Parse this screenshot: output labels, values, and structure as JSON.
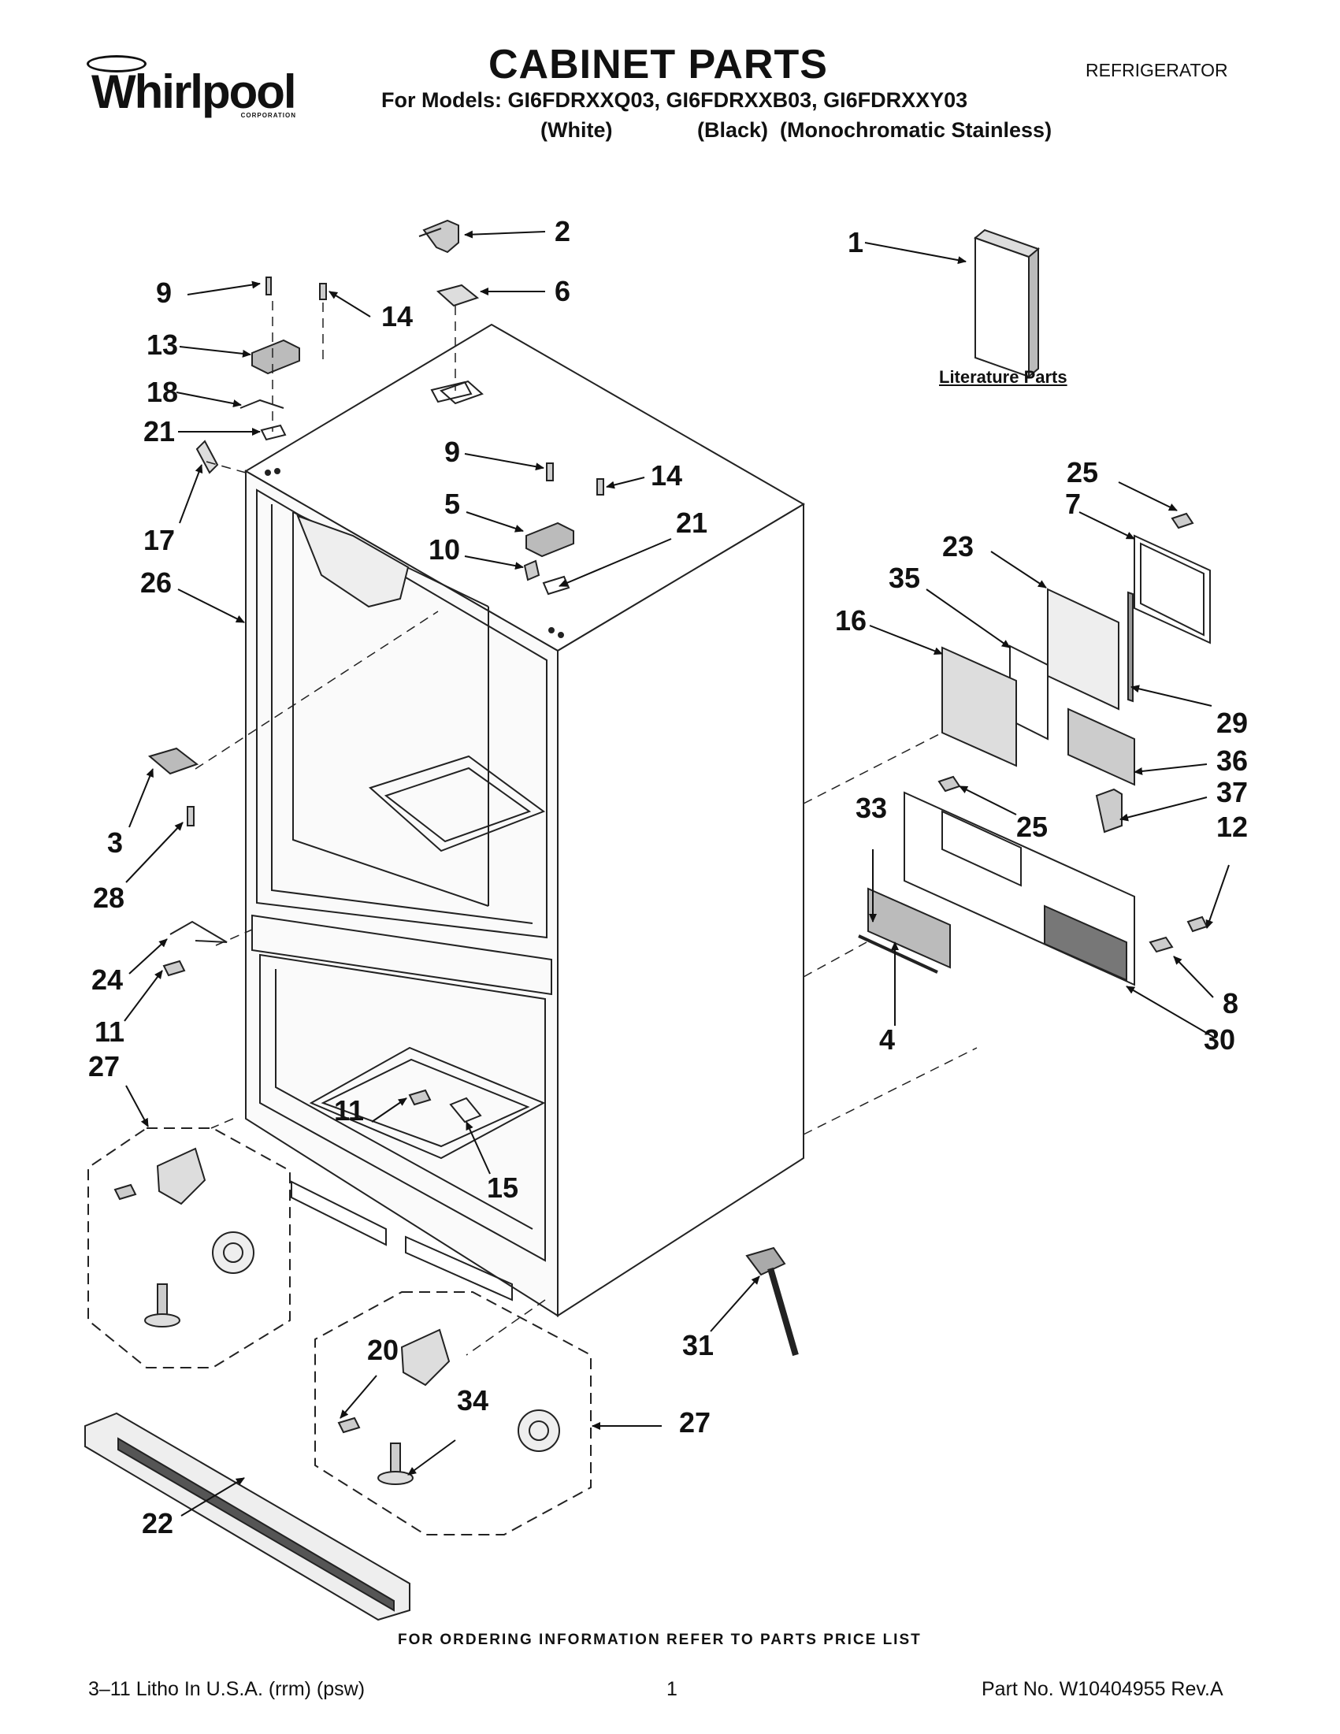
{
  "header": {
    "brand": "Whirlpool",
    "brand_sub": "CORPORATION",
    "title": "CABINET PARTS",
    "doc_type": "REFRIGERATOR",
    "models": "For Models: GI6FDRXXQ03, GI6FDRXXB03, GI6FDRXXY03",
    "colors": [
      "(White)",
      "(Black)",
      "(Monochromatic Stainless)"
    ]
  },
  "literature_label": "Literature Parts",
  "callouts": {
    "c1": "1",
    "c2": "2",
    "c3": "3",
    "c4": "4",
    "c5": "5",
    "c6": "6",
    "c7": "7",
    "c8": "8",
    "c9a": "9",
    "c9b": "9",
    "c10": "10",
    "c11a": "11",
    "c11b": "11",
    "c12": "12",
    "c13": "13",
    "c14a": "14",
    "c14b": "14",
    "c15": "15",
    "c16": "16",
    "c17": "17",
    "c18": "18",
    "c20": "20",
    "c21a": "21",
    "c21b": "21",
    "c22": "22",
    "c23": "23",
    "c24": "24",
    "c25a": "25",
    "c25b": "25",
    "c26": "26",
    "c27a": "27",
    "c27b": "27",
    "c28": "28",
    "c29": "29",
    "c30": "30",
    "c31": "31",
    "c33": "33",
    "c34": "34",
    "c35": "35",
    "c36": "36",
    "c37": "37"
  },
  "footer": {
    "order_note": "FOR ORDERING INFORMATION REFER TO PARTS PRICE LIST",
    "left": "3–11 Litho In U.S.A. (rrm) (psw)",
    "page": "1",
    "part_no": "Part No. W10404955 Rev.A"
  }
}
